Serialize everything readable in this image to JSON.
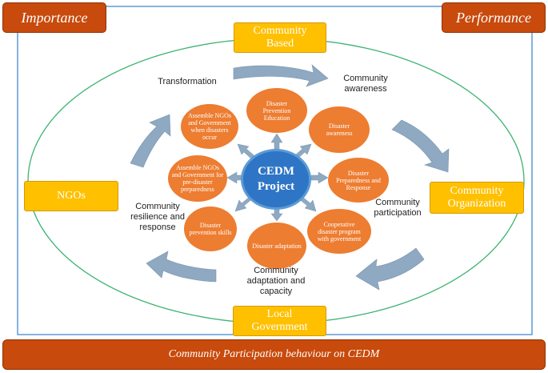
{
  "corners": {
    "left": "Importance",
    "right": "Performance"
  },
  "outer_boxes": {
    "top": "Community\nBased",
    "right": "Community\nOrganization",
    "bottom": "Local\nGovernment",
    "left": "NGOs"
  },
  "center": "CEDM\nProject",
  "circles": {
    "education": "Disaster\nPrevention\nEducation",
    "awareness": "Disaster\nawareness",
    "preparedness": "Disaster\nPreparedness and\nResponse",
    "cooperative": "Cooperative\ndisaster program\nwith government",
    "adaptation": "Disaster adaptation",
    "prevention_skills": "Disaster\nprevention skills",
    "pre_disaster": "Assemble NGOs\nand Government for\npre-disaster\npreparedness",
    "when_occur": "Assemble NGOs\nand Government\nwhen disasters\noccur"
  },
  "cycle_labels": {
    "transformation": "Transformation",
    "awareness": "Community\nawareness",
    "participation": "Community\nparticipation",
    "adaptation": "Community\nadaptation and\ncapacity",
    "resilience": "Community\nresilience and\nresponse"
  },
  "footer": "Community Participation behaviour on CEDM",
  "colors": {
    "corner_fill": "#c84a0c",
    "yellow_box": "#ffc000",
    "circle_fill": "#ed7d31",
    "center_fill": "#2e75c6",
    "ellipse_stroke": "#3cb371",
    "arrow_fill": "#8ea9c1",
    "frame_stroke": "#5b9bd5"
  },
  "icons": {
    "cycle_arrows": "curved-arrow",
    "spokes": "outward-arrow"
  }
}
